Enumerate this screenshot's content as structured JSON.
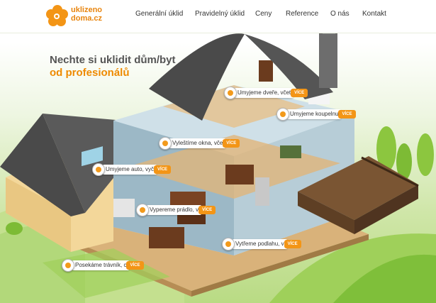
{
  "brand": {
    "line1": "uklizeno",
    "line2": "doma.cz"
  },
  "nav": [
    "Generální úklid",
    "Pravidelný úklid",
    "Ceny",
    "Reference",
    "O nás",
    "Kontakt"
  ],
  "headline": {
    "line1": "Nechte si uklidit dům/byt",
    "line2": "od profesionálů"
  },
  "hotspots": [
    {
      "label": "Umyjeme dveře, včet",
      "more": "VÍCE"
    },
    {
      "label": "Umyjeme koupelnu",
      "more": "VÍCE"
    },
    {
      "label": "Vyleštíme okna, vče",
      "more": "VÍCE"
    },
    {
      "label": "Umyjeme auto, vyč",
      "more": "VÍCE"
    },
    {
      "label": "Vypereme prádlo, v",
      "more": "VÍCE"
    },
    {
      "label": "Vytřeme podlahu, v",
      "more": "VÍCE"
    },
    {
      "label": "Posekáme trávník, c",
      "more": "VÍCE"
    }
  ],
  "colors": {
    "accent": "#f39516",
    "brand": "#e8850f",
    "roof": "#4a4a4a",
    "wall": "#f3d79a",
    "grass": "#a8d46b"
  }
}
